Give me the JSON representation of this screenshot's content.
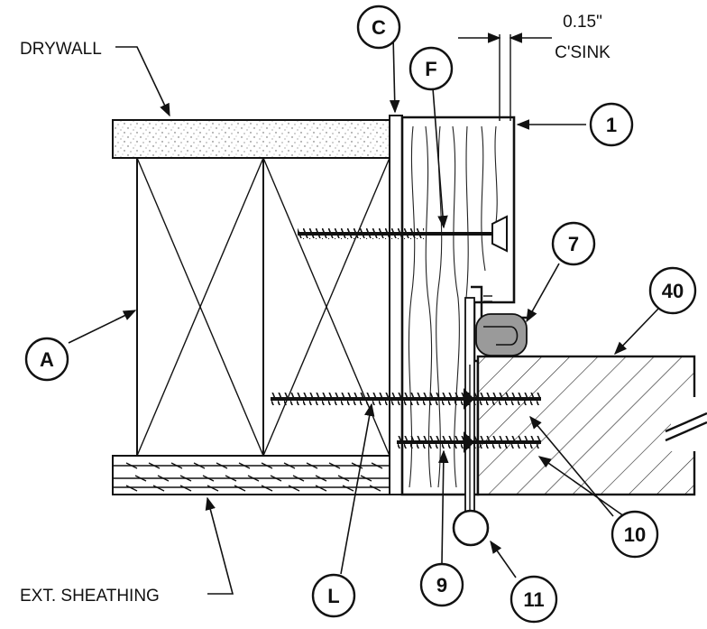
{
  "labels": {
    "drywall": "DRYWALL",
    "ext_sheathing": "EXT. SHEATHING",
    "countersink_dim": "0.15\"",
    "countersink_abbr": "C'SINK"
  },
  "callouts": {
    "a": "A",
    "c": "C",
    "f": "F",
    "l": "L",
    "n1": "1",
    "n7": "7",
    "n9": "9",
    "n10": "10",
    "n11": "11",
    "n40": "40"
  },
  "colors": {
    "ink": "#111111",
    "gasket_fill": "#9a9a9a",
    "paper": "#ffffff"
  }
}
